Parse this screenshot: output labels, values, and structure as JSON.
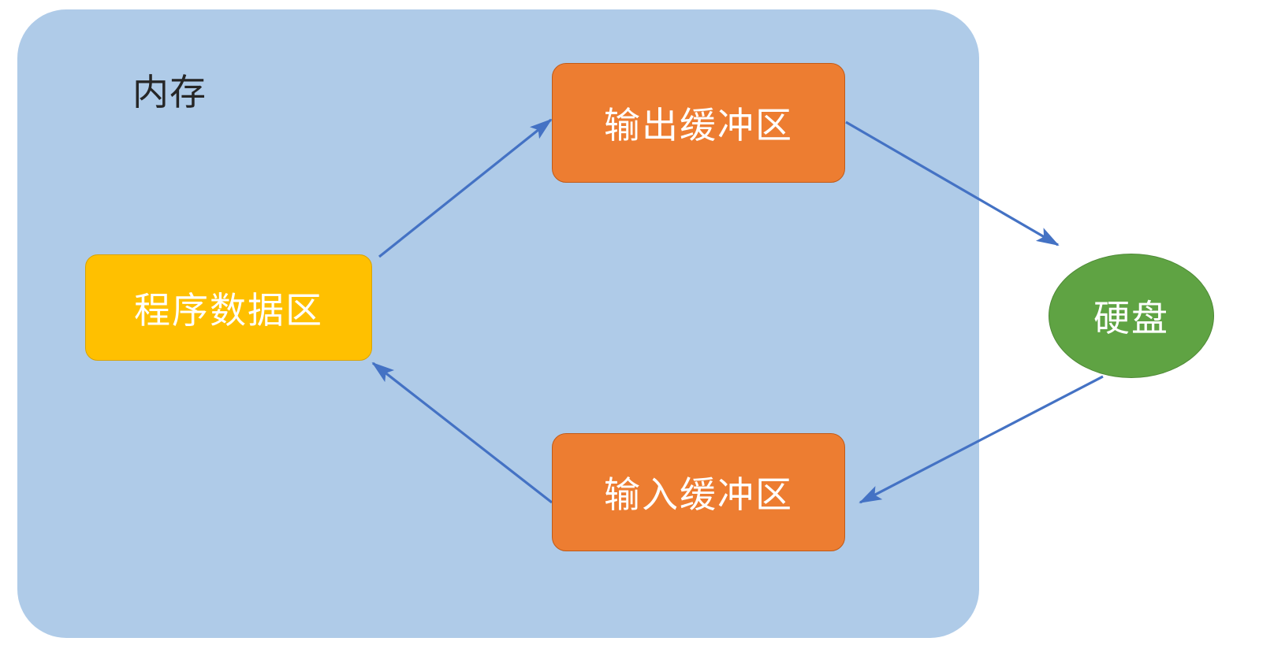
{
  "diagram": {
    "title_label": "内存",
    "colors": {
      "memory_fill": "#AFCBE8",
      "buffer_fill": "#ED7D31",
      "program_data_fill": "#FFC000",
      "disk_fill": "#5FA343",
      "arrow_stroke": "#4472C4",
      "label_text": "#262626",
      "node_text": "#FFFFFF"
    },
    "nodes": {
      "memory": "内存",
      "output_buffer": "输出缓冲区",
      "input_buffer": "输入缓冲区",
      "program_data": "程序数据区",
      "disk": "硬盘"
    },
    "edges": [
      {
        "name": "program-data-to-output-buffer",
        "from": "程序数据区",
        "to": "输出缓冲区",
        "direction": "forward"
      },
      {
        "name": "output-buffer-to-disk",
        "from": "输出缓冲区",
        "to": "硬盘",
        "direction": "forward"
      },
      {
        "name": "disk-to-input-buffer",
        "from": "硬盘",
        "to": "输入缓冲区",
        "direction": "forward"
      },
      {
        "name": "input-buffer-to-program-data",
        "from": "输入缓冲区",
        "to": "程序数据区",
        "direction": "forward"
      }
    ]
  }
}
